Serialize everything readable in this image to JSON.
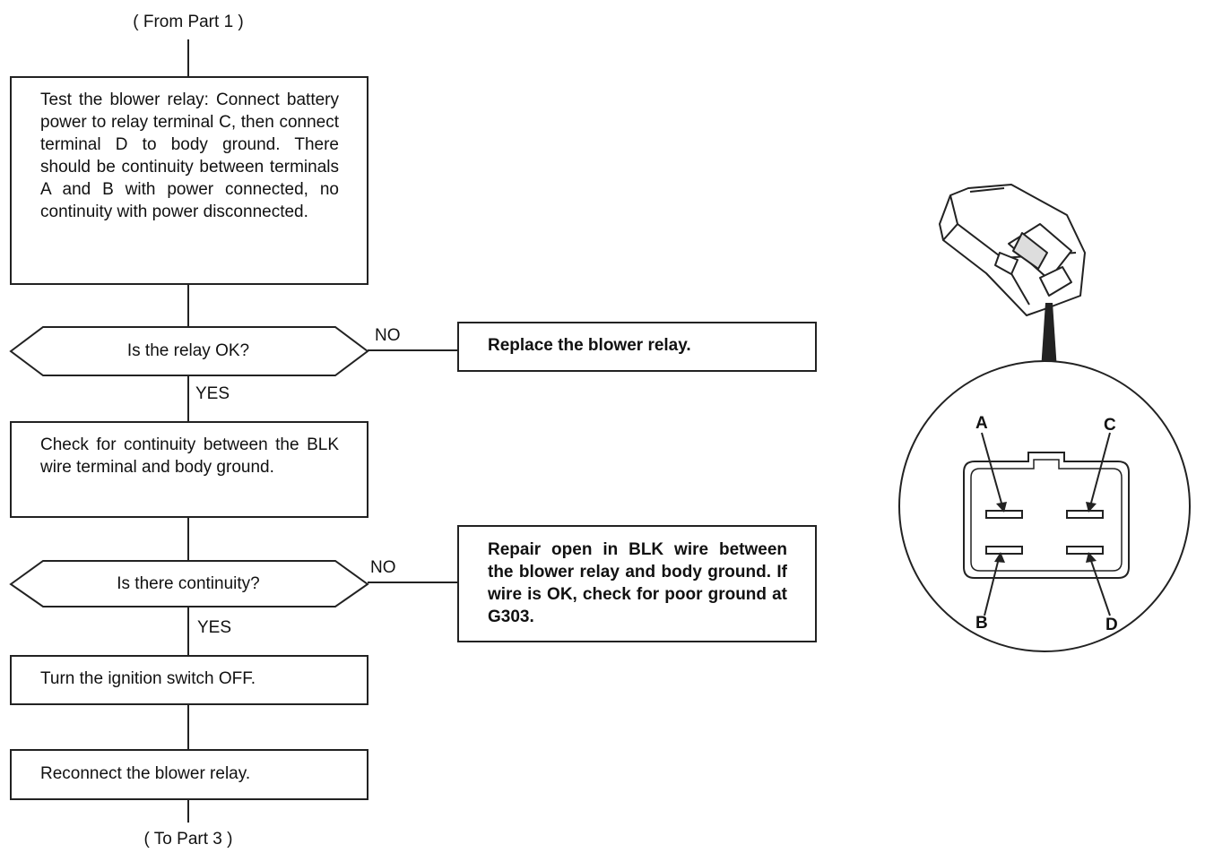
{
  "connectors": {
    "from": "( From Part 1 )",
    "to": "( To Part 3 )"
  },
  "steps": {
    "test_relay": "Test the blower relay: Connect battery power to relay terminal C, then connect terminal D to body ground. There should be continuity between terminals A and B with power connected, no continuity with power disconnected.",
    "check_blk": "Check for continuity between the BLK wire terminal and body ground.",
    "turn_off": "Turn the ignition switch OFF.",
    "reconnect": "Reconnect the blower relay."
  },
  "decisions": {
    "relay_ok": "Is the relay OK?",
    "continuity": "Is there continuity?"
  },
  "branches": {
    "no": "NO",
    "yes": "YES"
  },
  "actions": {
    "replace_relay": "Replace the blower relay.",
    "repair_blk": "Repair open in BLK wire between the blower relay and body ground. If wire is OK, check for poor ground at G303."
  },
  "terminals": {
    "a": "A",
    "b": "B",
    "c": "C",
    "d": "D"
  }
}
